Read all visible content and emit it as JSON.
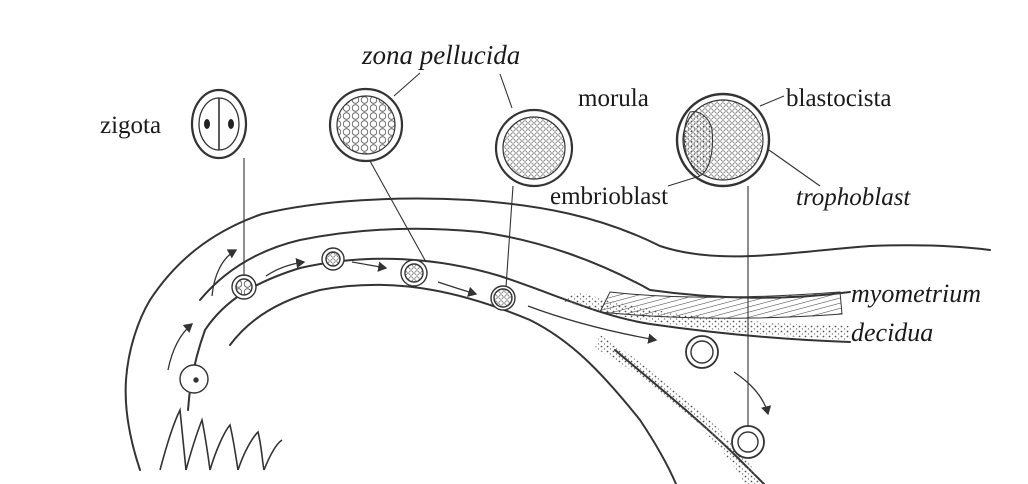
{
  "labels": {
    "zona_pellucida": "zona pellucida",
    "zigota": "zigota",
    "morula": "morula",
    "blastocista": "blastocista",
    "embrioblast": "embrioblast",
    "trophoblast": "trophoblast",
    "myometrium": "myometrium",
    "decidua": "decidua"
  },
  "colors": {
    "ink": "#333333",
    "paper": "#ffffff"
  }
}
